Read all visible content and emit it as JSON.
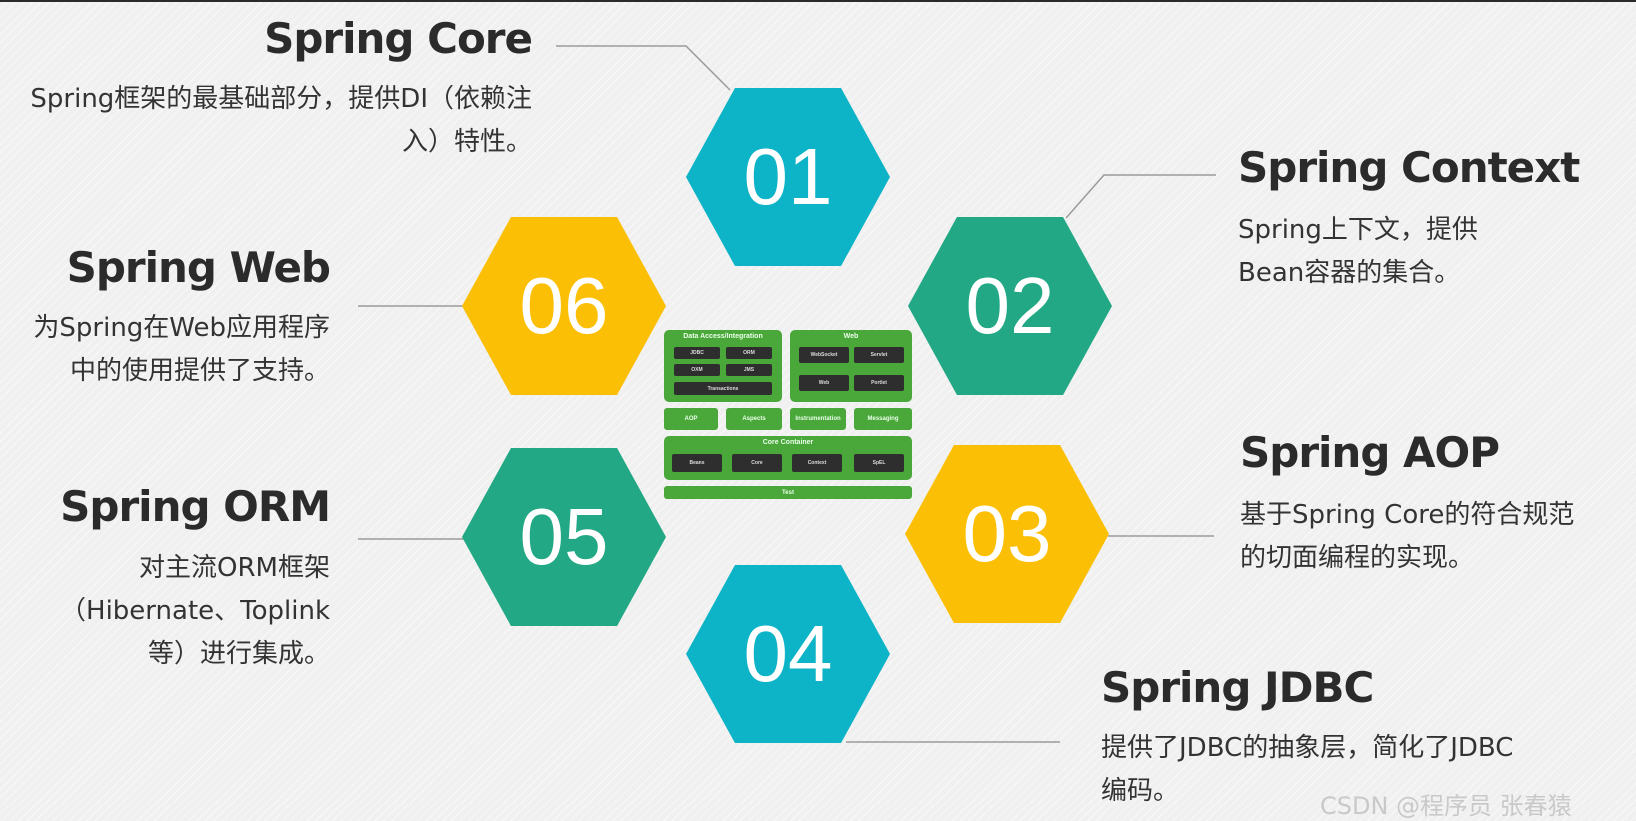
{
  "hexagons": [
    {
      "number": "01",
      "color": "#0db3c6"
    },
    {
      "number": "02",
      "color": "#22a884"
    },
    {
      "number": "03",
      "color": "#fbbf06"
    },
    {
      "number": "04",
      "color": "#0db3c6"
    },
    {
      "number": "05",
      "color": "#22a884"
    },
    {
      "number": "06",
      "color": "#fbbf06"
    }
  ],
  "modules": {
    "core": {
      "title": "Spring Core",
      "desc": "Spring框架的最基础部分，提供DI（依赖注入）特性。"
    },
    "context": {
      "title": "Spring Context",
      "desc": "Spring上下文，提供Bean容器的集合。"
    },
    "aop": {
      "title": "Spring AOP",
      "desc": "基于Spring Core的符合规范的切面编程的实现。"
    },
    "jdbc": {
      "title": "Spring JDBC",
      "desc": "提供了JDBC的抽象层，简化了JDBC编码。"
    },
    "orm": {
      "title": "Spring ORM",
      "desc": "对主流ORM框架（Hibernate、Toplink等）进行集成。"
    },
    "web": {
      "title": "Spring Web",
      "desc": "为Spring在Web应用程序中的使用提供了支持。"
    }
  },
  "architecture": {
    "data_access_title": "Data Access/Integration",
    "data_access_items": [
      "JDBC",
      "ORM",
      "OXM",
      "JMS",
      "Transactions"
    ],
    "web_title": "Web",
    "web_items": [
      "WebSocket",
      "Servlet",
      "Web",
      "Portlet"
    ],
    "middle_items": [
      "AOP",
      "Aspects",
      "Instrumentation",
      "Messaging"
    ],
    "core_title": "Core Container",
    "core_items": [
      "Beans",
      "Core",
      "Context",
      "SpEL"
    ],
    "test_label": "Test"
  },
  "watermark": "CSDN @程序员 张春猿"
}
